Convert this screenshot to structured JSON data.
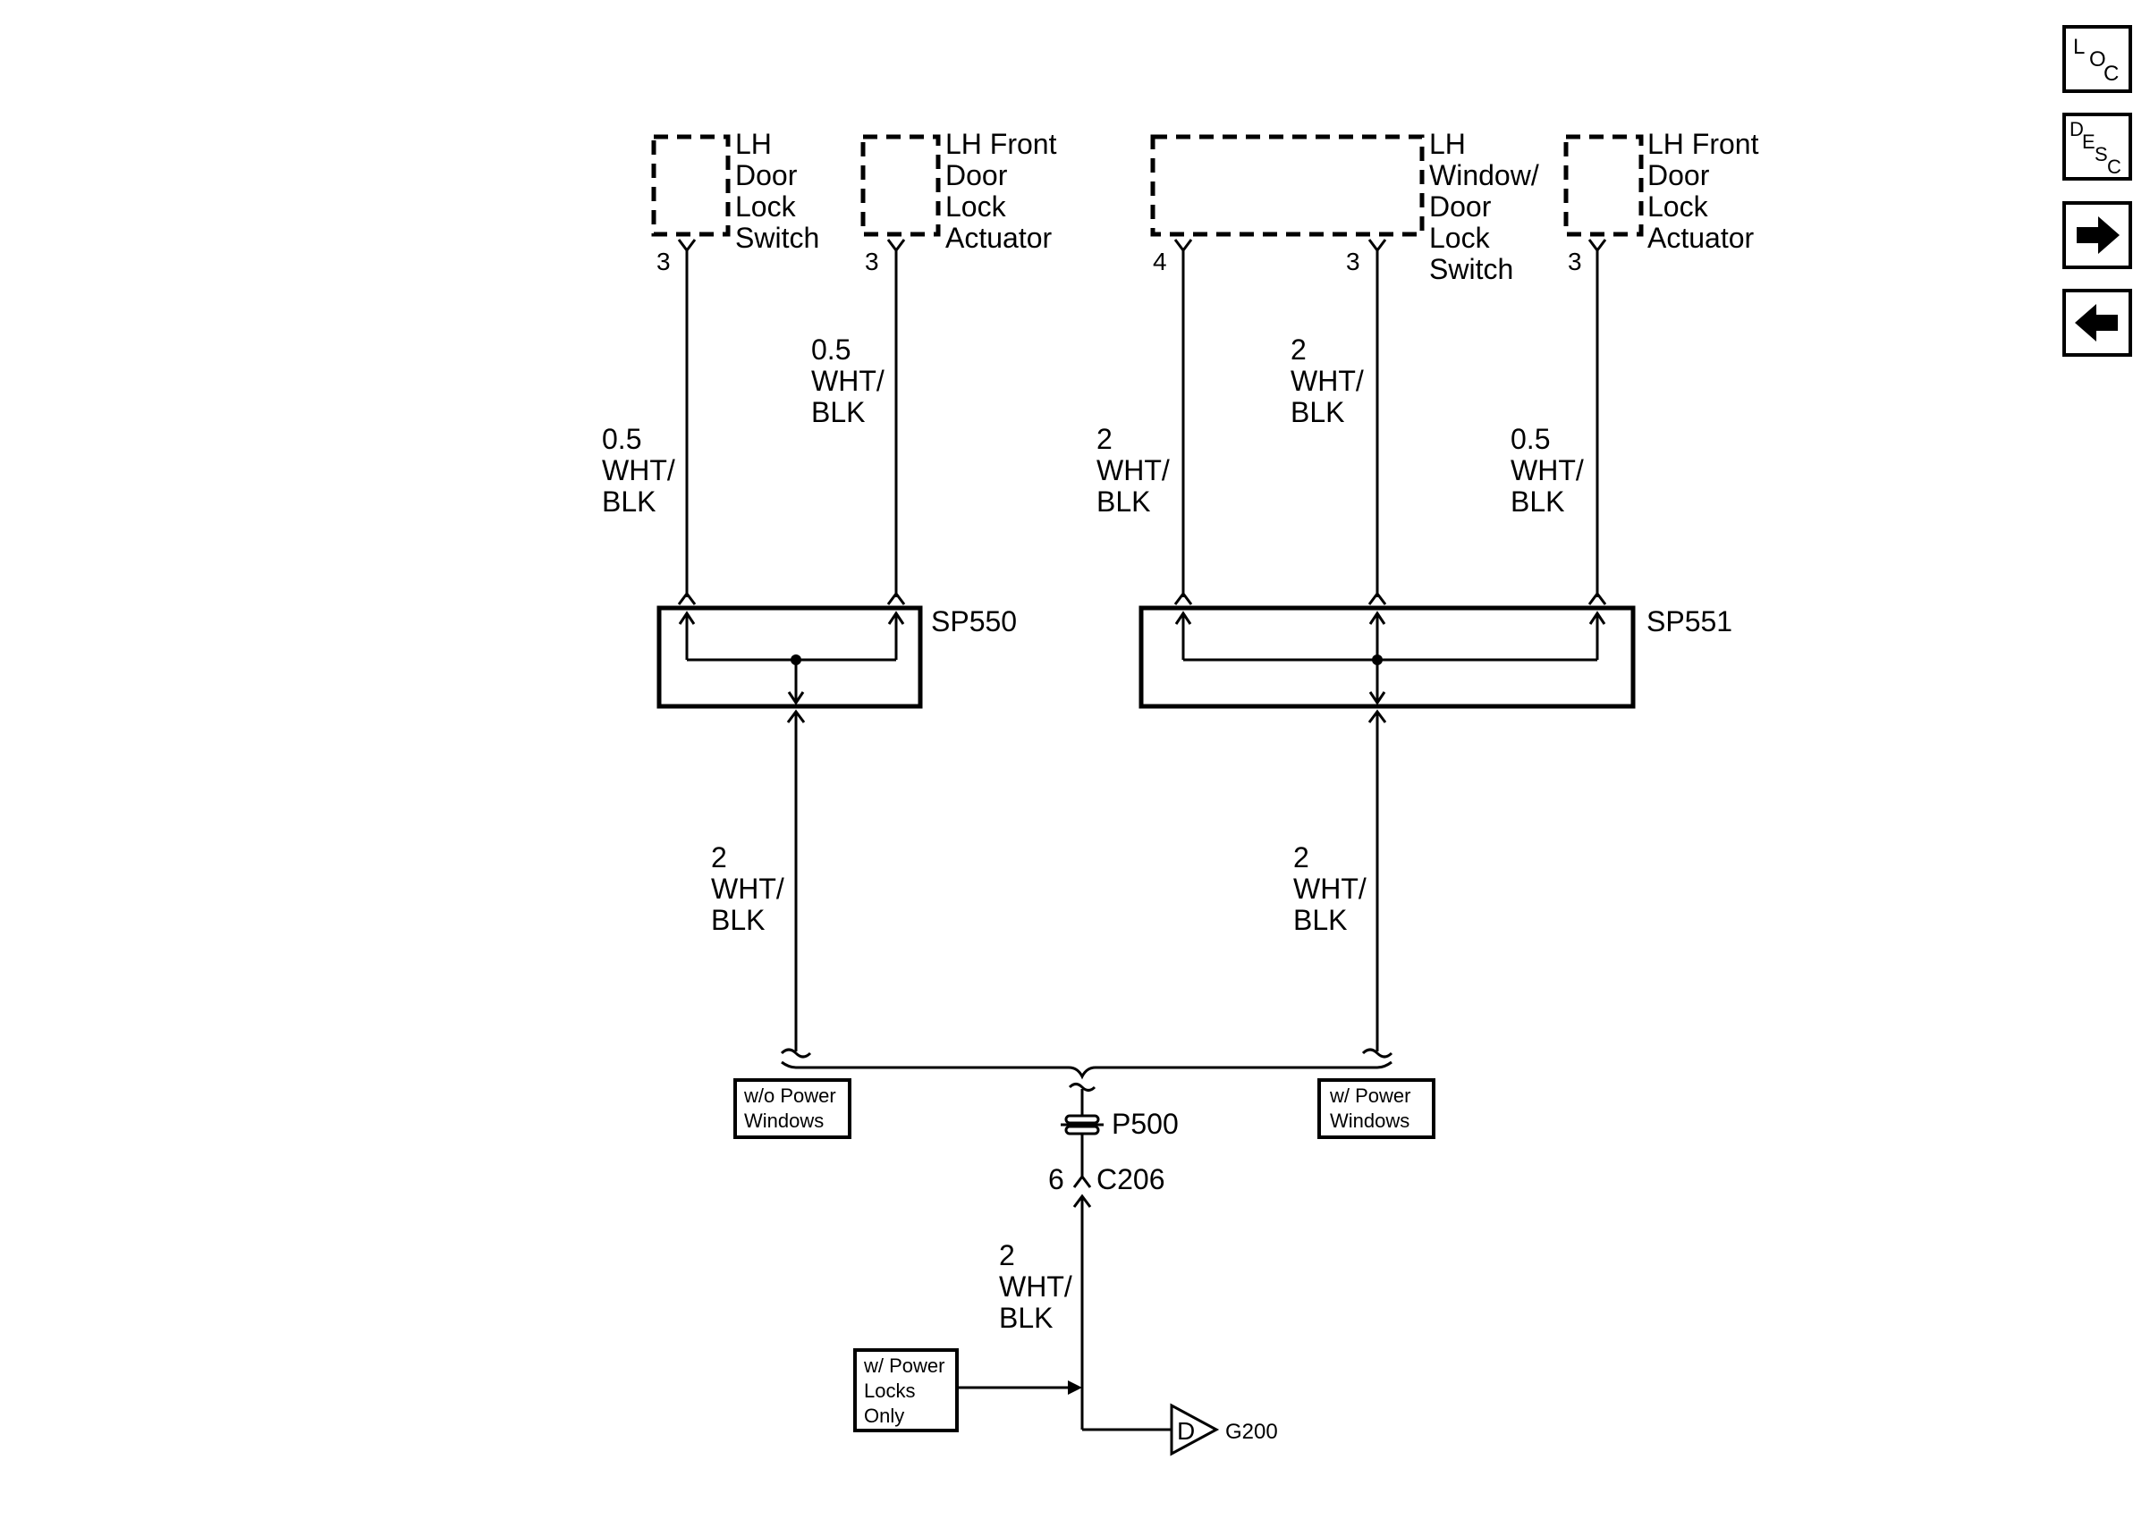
{
  "components": {
    "lh_door_lock_switch": [
      "LH",
      "Door",
      "Lock",
      "Switch"
    ],
    "lh_front_door_lock_actuator_1": [
      "LH Front",
      "Door",
      "Lock",
      "Actuator"
    ],
    "lh_window_door_lock_switch": [
      "LH",
      "Window/",
      "Door",
      "Lock",
      "Switch"
    ],
    "lh_front_door_lock_actuator_2": [
      "LH Front",
      "Door",
      "Lock",
      "Actuator"
    ]
  },
  "pins": {
    "switch_left": "3",
    "actuator_left": "3",
    "window_switch_a": "4",
    "window_switch_b": "3",
    "actuator_right": "3",
    "c206_pin": "6"
  },
  "wires": {
    "w1": [
      "0.5",
      "WHT/",
      "BLK"
    ],
    "w2": [
      "0.5",
      "WHT/",
      "BLK"
    ],
    "w3": [
      "2",
      "WHT/",
      "BLK"
    ],
    "w4": [
      "2",
      "WHT/",
      "BLK"
    ],
    "w5": [
      "0.5",
      "WHT/",
      "BLK"
    ],
    "w6": [
      "2",
      "WHT/",
      "BLK"
    ],
    "w7": [
      "2",
      "WHT/",
      "BLK"
    ],
    "w8": [
      "2",
      "WHT/",
      "BLK"
    ]
  },
  "splices": {
    "left": "SP550",
    "right": "SP551"
  },
  "connectors": {
    "p500": "P500",
    "c206": "C206"
  },
  "ground": {
    "symbol": "D",
    "label": "G200"
  },
  "options": {
    "wo_power_windows": [
      "w/o Power",
      "Windows"
    ],
    "w_power_windows": [
      "w/ Power",
      "Windows"
    ],
    "w_power_locks_only": [
      "w/ Power",
      "Locks",
      "Only"
    ]
  },
  "nav": {
    "loc": [
      "L",
      "O",
      "C"
    ],
    "desc": [
      "D",
      "E",
      "S",
      "C"
    ],
    "next_icon": "arrow-right-icon",
    "prev_icon": "arrow-left-icon"
  }
}
